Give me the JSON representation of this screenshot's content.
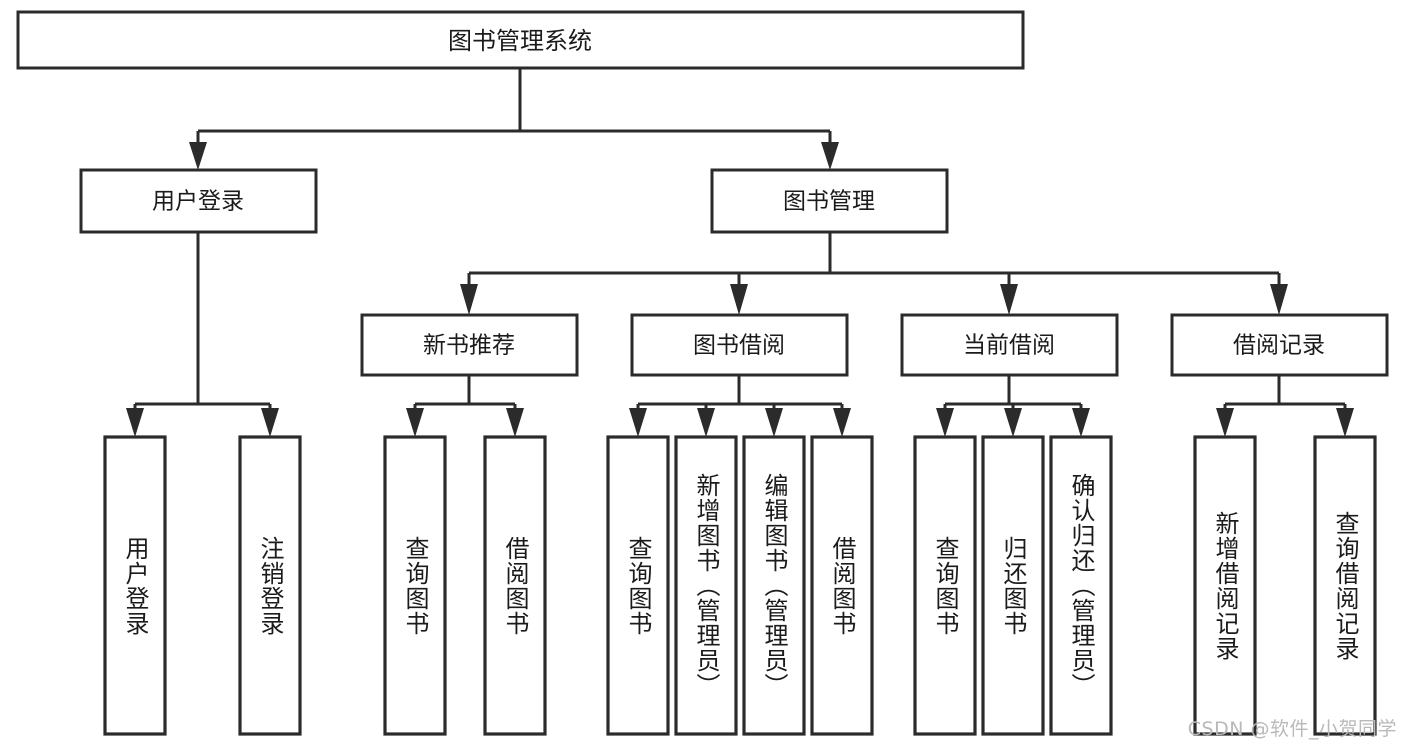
{
  "diagram": {
    "type": "tree-hierarchy",
    "title": "图书管理系统",
    "root": {
      "label": "图书管理系统"
    },
    "level2": [
      {
        "id": "user-login",
        "label": "用户登录"
      },
      {
        "id": "book-management",
        "label": "图书管理"
      }
    ],
    "level3": [
      {
        "id": "new-book-recommend",
        "label": "新书推荐",
        "parent": "book-management"
      },
      {
        "id": "book-borrow",
        "label": "图书借阅",
        "parent": "book-management"
      },
      {
        "id": "current-borrow",
        "label": "当前借阅",
        "parent": "book-management"
      },
      {
        "id": "borrow-record",
        "label": "借阅记录",
        "parent": "book-management"
      }
    ],
    "leaves": {
      "user-login": [
        {
          "id": "leaf-user-login",
          "label": "用户登录"
        },
        {
          "id": "leaf-logout-login",
          "label": "注销登录"
        }
      ],
      "new-book-recommend": [
        {
          "id": "leaf-query-book-1",
          "label": "查询图书"
        },
        {
          "id": "leaf-borrow-book-1",
          "label": "借阅图书"
        }
      ],
      "book-borrow": [
        {
          "id": "leaf-query-book-2",
          "label": "查询图书"
        },
        {
          "id": "leaf-add-book",
          "label": "新增图书（管理员）"
        },
        {
          "id": "leaf-edit-book",
          "label": "编辑图书（管理员）"
        },
        {
          "id": "leaf-borrow-book-2",
          "label": "借阅图书"
        }
      ],
      "current-borrow": [
        {
          "id": "leaf-query-book-3",
          "label": "查询图书"
        },
        {
          "id": "leaf-return-book",
          "label": "归还图书"
        },
        {
          "id": "leaf-confirm-return",
          "label": "确认归还（管理员）"
        }
      ],
      "borrow-record": [
        {
          "id": "leaf-add-record",
          "label": "新增借阅记录"
        },
        {
          "id": "leaf-query-record",
          "label": "查询借阅记录"
        }
      ]
    },
    "colors": {
      "stroke": "#2b2b2b",
      "fill": "#ffffff",
      "text": "#1b1b1b",
      "watermark": "#b9b9b9"
    }
  },
  "watermark": {
    "text": "CSDN @软件_小贺同学"
  }
}
